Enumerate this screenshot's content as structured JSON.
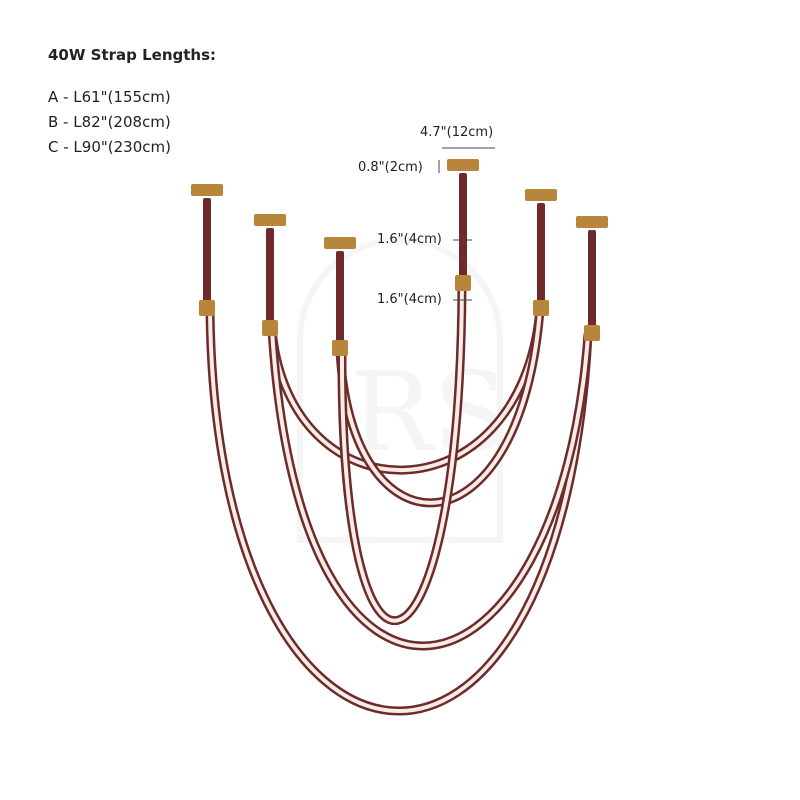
{
  "heading": "40W Strap Lengths:",
  "lengths": [
    "A - L61\"(155cm)",
    "B - L82\"(208cm)",
    "C - L90\"(230cm)"
  ],
  "dimensions": {
    "canopy_diameter": "4.7\"(12cm)",
    "canopy_height": "0.8\"(2cm)",
    "strap_width": "1.6\"(4cm)",
    "sleeve_width": "1.6\"(4cm)"
  },
  "watermark": "RS",
  "colors": {
    "strap": "#6e2a2c",
    "light": "#f6ede4",
    "brass": "#b8863b"
  }
}
